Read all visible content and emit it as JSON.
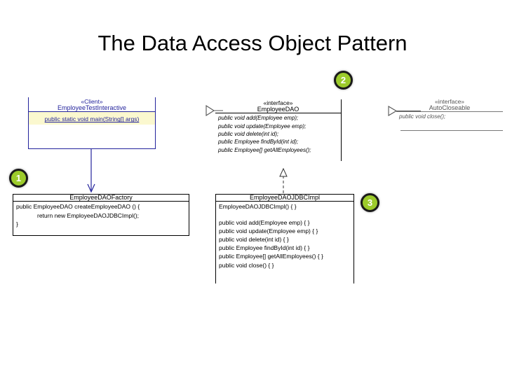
{
  "slide": {
    "title": "The Data Access Object Pattern"
  },
  "diagram": {
    "type": "uml-class-diagram",
    "client": {
      "stereotype": "«Client»",
      "name": "EmployeeTestInteractive",
      "members": [
        "public static void main(String[] args)"
      ],
      "highlight_color": "#fbf8cf",
      "text_color": "#23239c"
    },
    "dao_interface": {
      "stereotype": "«interface»",
      "name": "EmployeeDAO",
      "members": [
        "public void add(Employee emp);",
        "public void update(Employee emp);",
        "public void delete(int id);",
        "public Employee findById(int id);",
        "public Employee[] getAllEmployees();"
      ]
    },
    "autocloseable_interface": {
      "stereotype": "«interface»",
      "name": "AutoCloseable",
      "members": [
        "public void close();"
      ]
    },
    "factory": {
      "name": "EmployeeDAOFactory",
      "members": [
        "public EmployeeDAO createEmployeeDAO () {",
        "return new EmployeeDAOJDBCImpl();",
        "}"
      ]
    },
    "impl": {
      "name": "EmployeeDAOJDBCImpl",
      "constructor": "EmployeeDAOJDBCImpl() { }",
      "members": [
        "public void add(Employee emp) { }",
        "public void update(Employee emp) { }",
        "public void delete(int id) { }",
        "public Employee findById(int id) { }",
        "public Employee[] getAllEmployees() { }",
        "public void close() { }"
      ]
    },
    "badges": [
      {
        "label": "1"
      },
      {
        "label": "2"
      },
      {
        "label": "3"
      }
    ],
    "connectors": [
      {
        "name": "client-to-factory",
        "style": "solid",
        "arrow": "open"
      },
      {
        "name": "impl-realizes-dao",
        "style": "dashed",
        "arrow": "hollow-triangle"
      },
      {
        "name": "dao-extends-marker",
        "style": "solid",
        "arrow": "hollow-triangle"
      },
      {
        "name": "closeable-marker",
        "style": "solid",
        "arrow": "hollow-triangle"
      }
    ],
    "badge_color": "#9ccb2b"
  }
}
